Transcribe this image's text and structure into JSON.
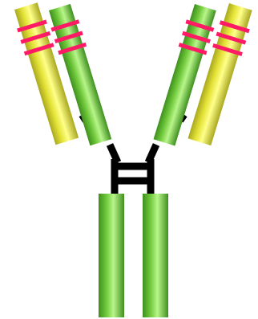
{
  "diagram": {
    "subject": "antibody",
    "background_color": "#ffffff",
    "colors": {
      "heavy_chain_dark": "#3f8f1f",
      "heavy_chain_mid": "#6fc83a",
      "heavy_chain_light": "#b8f58a",
      "light_chain_dark": "#a9a820",
      "light_chain_mid": "#e3e236",
      "light_chain_light": "#ffff8a",
      "disulfide_bond": "#000000",
      "cdr_marker": "#ff1a66"
    },
    "parts": {
      "heavy_chains": 2,
      "light_chains": 2,
      "hinge_disulfide_bonds": 2,
      "cdr_markers_per_arm": 3
    }
  }
}
